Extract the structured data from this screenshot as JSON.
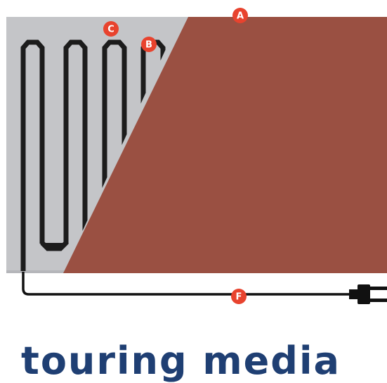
{
  "diagram": {
    "caption": "touring media",
    "colors": {
      "panel": "#c4c5c8",
      "panel_edge": "#b5b6ba",
      "cover": "#9a5042",
      "element": "#1c1c1c",
      "cable": "#111111",
      "marker": "#e8432e",
      "marker_text": "#ffffff",
      "caption": "#1f3f73"
    },
    "markers": [
      {
        "label": "A",
        "target": "cover-panel"
      },
      {
        "label": "B",
        "target": "heating-element"
      },
      {
        "label": "C",
        "target": "base-panel"
      },
      {
        "label": "F",
        "target": "power-cable"
      }
    ],
    "icons": [
      "power-plug-icon"
    ]
  }
}
